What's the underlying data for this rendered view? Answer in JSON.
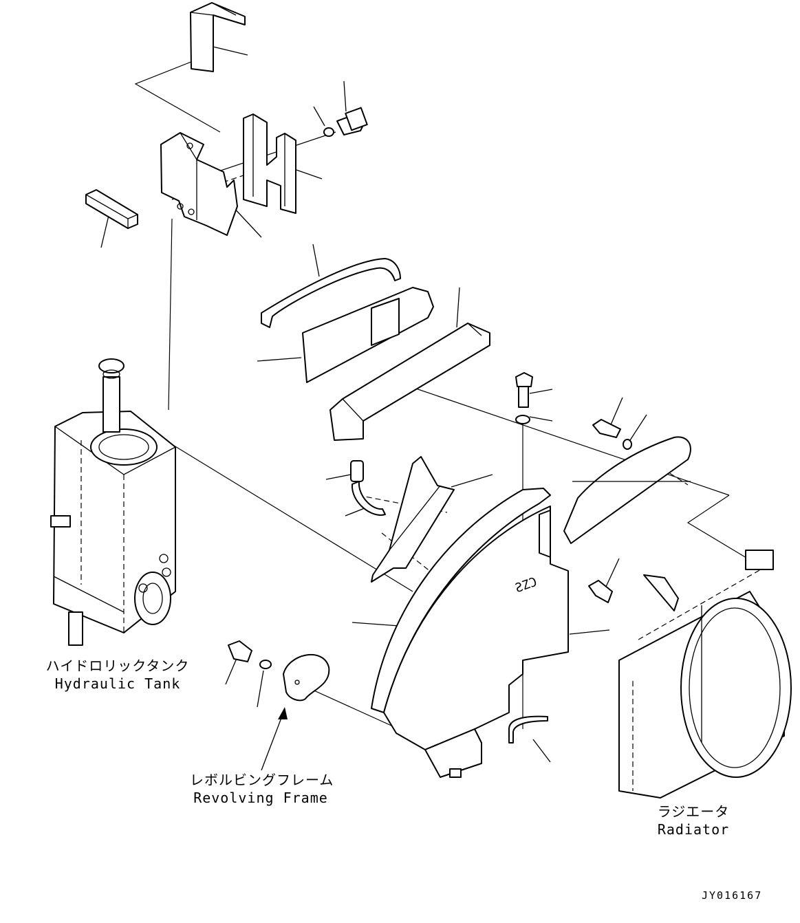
{
  "labels": {
    "hydraulic_tank_jp": "ハイドロリックタンク",
    "hydraulic_tank_en": "Hydraulic Tank",
    "revolving_frame_jp": "レボルビングフレーム",
    "revolving_frame_en": "Revolving Frame",
    "radiator_jp": "ラジエータ",
    "radiator_en": "Radiator",
    "drawing_code": "JY016167"
  }
}
